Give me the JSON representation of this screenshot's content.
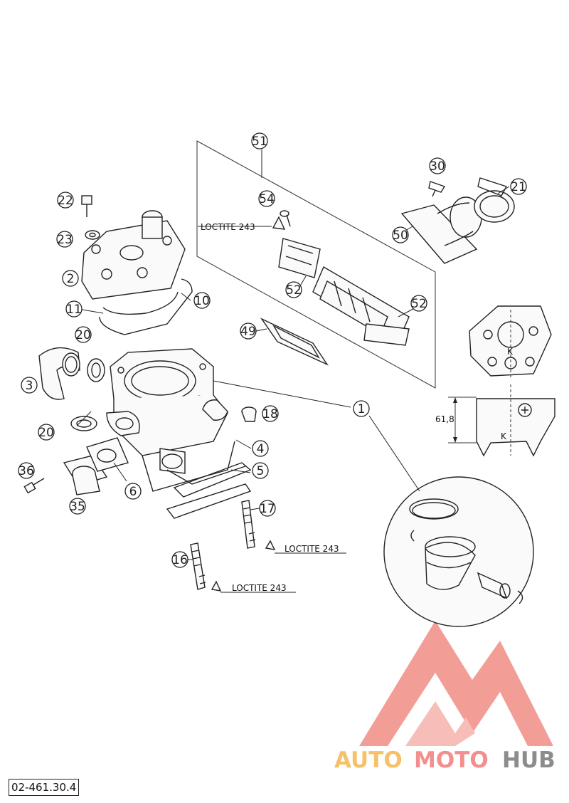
{
  "callouts": [
    {
      "num": "51"
    },
    {
      "num": "30"
    },
    {
      "num": "21"
    },
    {
      "num": "54"
    },
    {
      "num": "22"
    },
    {
      "num": "50"
    },
    {
      "num": "23"
    },
    {
      "num": "2"
    },
    {
      "num": "52"
    },
    {
      "num": "11"
    },
    {
      "num": "10"
    },
    {
      "num": "52"
    },
    {
      "num": "20"
    },
    {
      "num": "49"
    },
    {
      "num": "3"
    },
    {
      "num": "1"
    },
    {
      "num": "18"
    },
    {
      "num": "20"
    },
    {
      "num": "4"
    },
    {
      "num": "5"
    },
    {
      "num": "36"
    },
    {
      "num": "6"
    },
    {
      "num": "35"
    },
    {
      "num": "17"
    },
    {
      "num": "16"
    }
  ],
  "loctite_labels": [
    "LOCTITE 243",
    "LOCTITE 243",
    "LOCTITE 243"
  ],
  "dimension": "61,8",
  "k_marks": [
    "K",
    "K"
  ],
  "reference_code": "02-461.30.4",
  "watermark": {
    "word_1": "AUTO",
    "word_2": "MOTO",
    "word_3": "HUB",
    "color_1": "#f5c26b",
    "color_2": "#f28f8f",
    "color_3": "#8c8c8c",
    "logo_color": "#f08c84"
  }
}
